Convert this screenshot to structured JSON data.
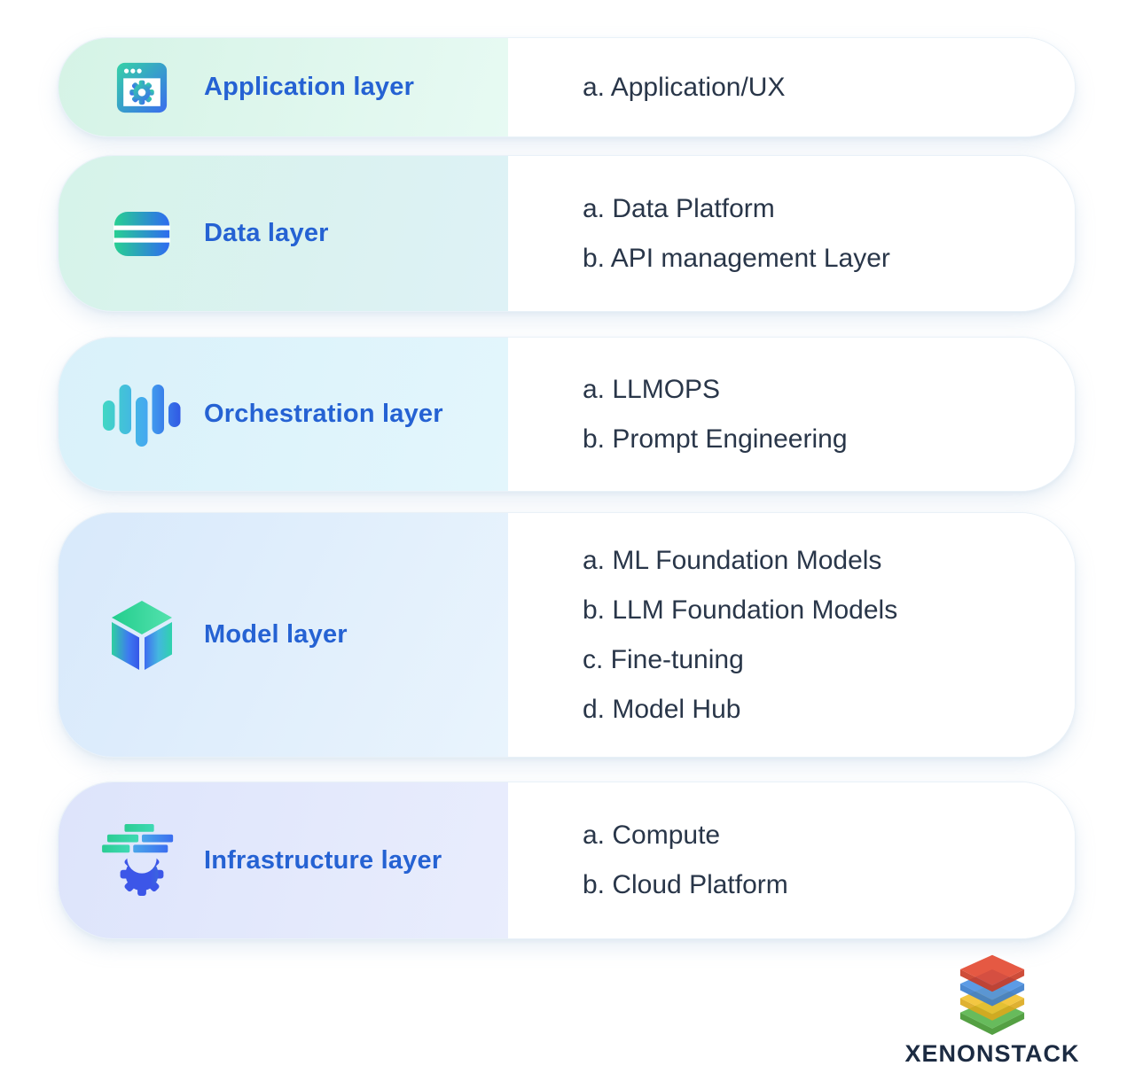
{
  "page": {
    "background": "#ffffff"
  },
  "colors": {
    "title_blue": "#2562d3",
    "item_text": "#293649",
    "icon_gradient_start": "#35d2a6",
    "icon_gradient_end": "#3a6cee",
    "card_border": "#e9f1f8",
    "left_tints": [
      "#d5f3e6",
      "#d6f3e9",
      "#d9f1fa",
      "#d8e9fb",
      "#dde4fb"
    ]
  },
  "rows": [
    {
      "title": "Application layer",
      "icon": "app-window-icon",
      "items": [
        "a. Application/UX"
      ]
    },
    {
      "title": "Data layer",
      "icon": "database-icon",
      "items": [
        "a. Data Platform",
        "b. API management Layer"
      ]
    },
    {
      "title": "Orchestration layer",
      "icon": "waveform-icon",
      "items": [
        "a. LLMOPS",
        "b. Prompt Engineering"
      ]
    },
    {
      "title": "Model layer",
      "icon": "cube-icon",
      "items": [
        "a. ML Foundation Models",
        "b. LLM Foundation Models",
        "c. Fine-tuning",
        "d. Model Hub"
      ]
    },
    {
      "title": "Infrastructure layer",
      "icon": "infrastructure-icon",
      "items": [
        "a. Compute",
        "b. Cloud Platform"
      ]
    }
  ],
  "logo": {
    "brand": "XENONSTACK",
    "layer_colors": [
      "#e2472f",
      "#4a90e2",
      "#f2c12e",
      "#56b44a"
    ]
  }
}
